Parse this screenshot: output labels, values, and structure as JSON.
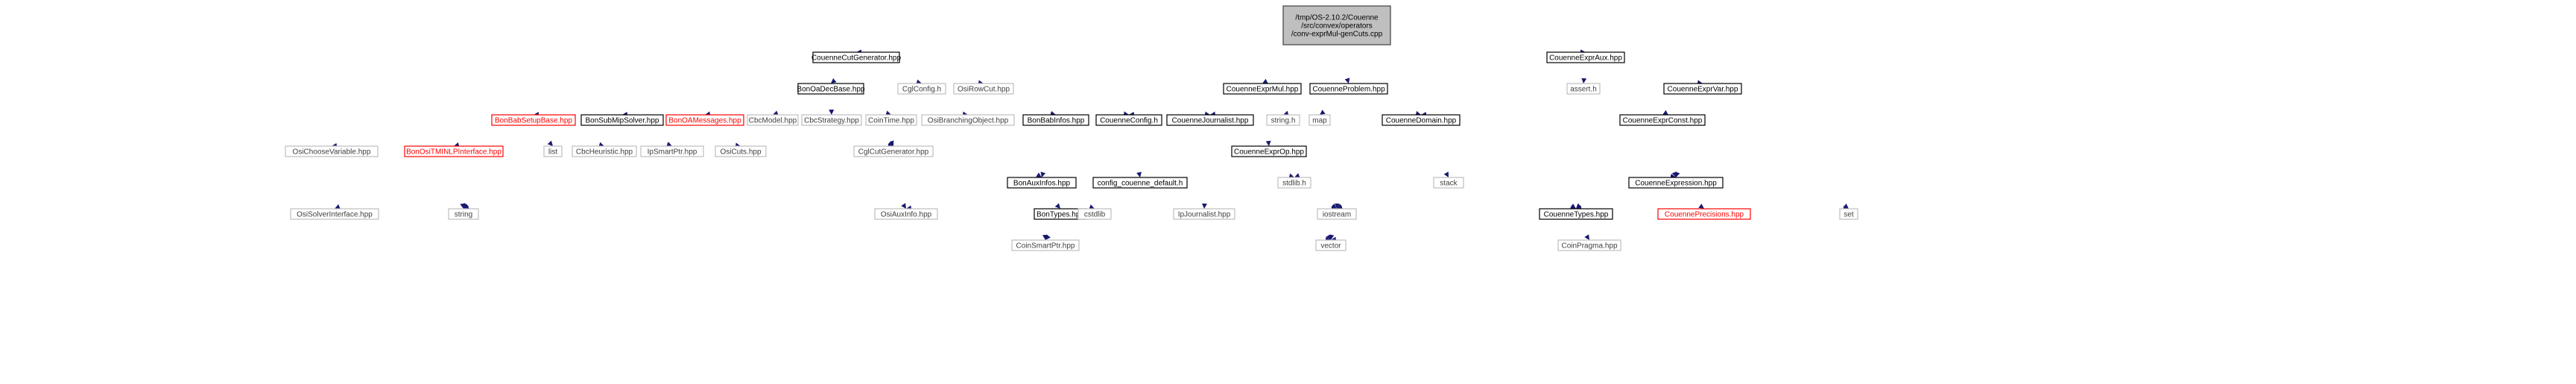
{
  "graph": {
    "nodes": [
      {
        "id": "root",
        "lines": [
          "/tmp/OS-2.10.2/Couenne",
          "/src/convex/operators",
          "/conv-exprMul-genCuts.cpp"
        ],
        "style": "root"
      },
      {
        "id": "cutgen",
        "lines": [
          "CouenneCutGenerator.hpp"
        ],
        "style": "normal"
      },
      {
        "id": "exprmul",
        "lines": [
          "CouenneExprMul.hpp"
        ],
        "style": "normal"
      },
      {
        "id": "problem",
        "lines": [
          "CouenneProblem.hpp"
        ],
        "style": "normal"
      },
      {
        "id": "expraux",
        "lines": [
          "CouenneExprAux.hpp"
        ],
        "style": "normal"
      },
      {
        "id": "bonoadec",
        "lines": [
          "BonOaDecBase.hpp"
        ],
        "style": "normal"
      },
      {
        "id": "cglconfig",
        "lines": [
          "CglConfig.h"
        ],
        "style": "leaf"
      },
      {
        "id": "osirowcut",
        "lines": [
          "OsiRowCut.hpp"
        ],
        "style": "leaf"
      },
      {
        "id": "assert",
        "lines": [
          "assert.h"
        ],
        "style": "leaf"
      },
      {
        "id": "exprvar",
        "lines": [
          "CouenneExprVar.hpp"
        ],
        "style": "normal"
      },
      {
        "id": "bonbabsetup",
        "lines": [
          "BonBabSetupBase.hpp"
        ],
        "style": "red"
      },
      {
        "id": "bonsubmip",
        "lines": [
          "BonSubMipSolver.hpp"
        ],
        "style": "normal"
      },
      {
        "id": "bonoamsg",
        "lines": [
          "BonOAMessages.hpp"
        ],
        "style": "red"
      },
      {
        "id": "cbcmodel",
        "lines": [
          "CbcModel.hpp"
        ],
        "style": "leaf"
      },
      {
        "id": "cbcstrategy",
        "lines": [
          "CbcStrategy.hpp"
        ],
        "style": "leaf"
      },
      {
        "id": "cointime",
        "lines": [
          "CoinTime.hpp"
        ],
        "style": "leaf"
      },
      {
        "id": "osibranching",
        "lines": [
          "OsiBranchingObject.hpp"
        ],
        "style": "leaf"
      },
      {
        "id": "bonbabinfos",
        "lines": [
          "BonBabInfos.hpp"
        ],
        "style": "normal"
      },
      {
        "id": "couenneconfig",
        "lines": [
          "CouenneConfig.h"
        ],
        "style": "normal"
      },
      {
        "id": "journalist",
        "lines": [
          "CouenneJournalist.hpp"
        ],
        "style": "normal"
      },
      {
        "id": "stringh",
        "lines": [
          "string.h"
        ],
        "style": "leaf"
      },
      {
        "id": "map",
        "lines": [
          "map"
        ],
        "style": "leaf"
      },
      {
        "id": "domain",
        "lines": [
          "CouenneDomain.hpp"
        ],
        "style": "normal"
      },
      {
        "id": "exprconst",
        "lines": [
          "CouenneExprConst.hpp"
        ],
        "style": "normal"
      },
      {
        "id": "osichoose",
        "lines": [
          "OsiChooseVariable.hpp"
        ],
        "style": "leaf"
      },
      {
        "id": "bonosi",
        "lines": [
          "BonOsiTMINLPInterface.hpp"
        ],
        "style": "red"
      },
      {
        "id": "list",
        "lines": [
          "list"
        ],
        "style": "leaf"
      },
      {
        "id": "cbcheur",
        "lines": [
          "CbcHeuristic.hpp"
        ],
        "style": "leaf"
      },
      {
        "id": "ipsmart",
        "lines": [
          "IpSmartPtr.hpp"
        ],
        "style": "leaf"
      },
      {
        "id": "osicuts",
        "lines": [
          "OsiCuts.hpp"
        ],
        "style": "leaf"
      },
      {
        "id": "cglcutgen",
        "lines": [
          "CglCutGenerator.hpp"
        ],
        "style": "leaf"
      },
      {
        "id": "exprop",
        "lines": [
          "CouenneExprOp.hpp"
        ],
        "style": "normal"
      },
      {
        "id": "configdefault",
        "lines": [
          "config_couenne_default.h"
        ],
        "style": "normal"
      },
      {
        "id": "stdlib",
        "lines": [
          "stdlib.h"
        ],
        "style": "leaf"
      },
      {
        "id": "stack",
        "lines": [
          "stack"
        ],
        "style": "leaf"
      },
      {
        "id": "expression",
        "lines": [
          "CouenneExpression.hpp"
        ],
        "style": "normal"
      },
      {
        "id": "bonauxinfos",
        "lines": [
          "BonAuxInfos.hpp"
        ],
        "style": "normal"
      },
      {
        "id": "ipjournalist",
        "lines": [
          "IpJournalist.hpp"
        ],
        "style": "leaf"
      },
      {
        "id": "osisolver",
        "lines": [
          "OsiSolverInterface.hpp"
        ],
        "style": "leaf"
      },
      {
        "id": "string",
        "lines": [
          "string"
        ],
        "style": "leaf"
      },
      {
        "id": "osiauxinfo",
        "lines": [
          "OsiAuxInfo.hpp"
        ],
        "style": "leaf"
      },
      {
        "id": "bontypes",
        "lines": [
          "BonTypes.hpp"
        ],
        "style": "normal"
      },
      {
        "id": "cstdlib",
        "lines": [
          "cstdlib"
        ],
        "style": "leaf"
      },
      {
        "id": "iostream",
        "lines": [
          "iostream"
        ],
        "style": "leaf"
      },
      {
        "id": "types",
        "lines": [
          "CouenneTypes.hpp"
        ],
        "style": "normal"
      },
      {
        "id": "precisions",
        "lines": [
          "CouennePrecisions.hpp"
        ],
        "style": "red"
      },
      {
        "id": "set",
        "lines": [
          "set"
        ],
        "style": "leaf"
      },
      {
        "id": "coinsmart",
        "lines": [
          "CoinSmartPtr.hpp"
        ],
        "style": "leaf"
      },
      {
        "id": "vector",
        "lines": [
          "vector"
        ],
        "style": "leaf"
      },
      {
        "id": "coinpragma",
        "lines": [
          "CoinPragma.hpp"
        ],
        "style": "leaf"
      }
    ],
    "edges": [
      [
        "root",
        "cutgen"
      ],
      [
        "root",
        "exprmul"
      ],
      [
        "root",
        "problem"
      ],
      [
        "root",
        "expraux"
      ],
      [
        "root",
        "types"
      ],
      [
        "cutgen",
        "bonoadec"
      ],
      [
        "cutgen",
        "cglconfig"
      ],
      [
        "cutgen",
        "osirowcut"
      ],
      [
        "cutgen",
        "couenneconfig"
      ],
      [
        "cutgen",
        "journalist"
      ],
      [
        "cutgen",
        "bonbabinfos"
      ],
      [
        "cutgen",
        "cglcutgen"
      ],
      [
        "cutgen",
        "osisolver"
      ],
      [
        "cutgen",
        "bonauxinfos"
      ],
      [
        "cutgen",
        "iostream"
      ],
      [
        "bonoadec",
        "bonbabsetup"
      ],
      [
        "bonoadec",
        "bonsubmip"
      ],
      [
        "bonoadec",
        "bonoamsg"
      ],
      [
        "bonoadec",
        "cbcmodel"
      ],
      [
        "bonoadec",
        "cbcstrategy"
      ],
      [
        "bonoadec",
        "cointime"
      ],
      [
        "bonoadec",
        "osibranching"
      ],
      [
        "bonoadec",
        "bonbabinfos"
      ],
      [
        "bonoadec",
        "cglcutgen"
      ],
      [
        "bonoadec",
        "osiauxinfo"
      ],
      [
        "bonoadec",
        "iostream"
      ],
      [
        "bonbabsetup",
        "osichoose"
      ],
      [
        "bonbabsetup",
        "bonosi"
      ],
      [
        "bonbabsetup",
        "list"
      ],
      [
        "bonbabsetup",
        "cbcheur"
      ],
      [
        "bonbabsetup",
        "ipsmart"
      ],
      [
        "bonbabsetup",
        "string"
      ],
      [
        "bonbabsetup",
        "cglcutgen"
      ],
      [
        "bonosi",
        "osisolver"
      ],
      [
        "bonosi",
        "string"
      ],
      [
        "bonosi",
        "iostream"
      ],
      [
        "bonsubmip",
        "ipsmart"
      ],
      [
        "bonsubmip",
        "osicuts"
      ],
      [
        "bonsubmip",
        "string"
      ],
      [
        "bonbabinfos",
        "bonauxinfos"
      ],
      [
        "bonauxinfos",
        "osiauxinfo"
      ],
      [
        "bonauxinfos",
        "bontypes"
      ],
      [
        "bonauxinfos",
        "cstdlib"
      ],
      [
        "bonauxinfos",
        "coinsmart"
      ],
      [
        "bonauxinfos",
        "vector"
      ],
      [
        "bontypes",
        "coinsmart"
      ],
      [
        "bontypes",
        "vector"
      ],
      [
        "couenneconfig",
        "configdefault"
      ],
      [
        "couenneconfig",
        "stdlib"
      ],
      [
        "journalist",
        "ipjournalist"
      ],
      [
        "exprmul",
        "exprop"
      ],
      [
        "exprmul",
        "vector"
      ],
      [
        "exprop",
        "iostream"
      ],
      [
        "exprop",
        "expression"
      ],
      [
        "exprop",
        "types"
      ],
      [
        "problem",
        "couenneconfig"
      ],
      [
        "problem",
        "journalist"
      ],
      [
        "problem",
        "stringh"
      ],
      [
        "problem",
        "map"
      ],
      [
        "problem",
        "domain"
      ],
      [
        "problem",
        "expression"
      ],
      [
        "problem",
        "types"
      ],
      [
        "problem",
        "vector"
      ],
      [
        "problem",
        "iostream"
      ],
      [
        "domain",
        "stack"
      ],
      [
        "domain",
        "types"
      ],
      [
        "domain",
        "stdlib"
      ],
      [
        "expraux",
        "assert"
      ],
      [
        "expraux",
        "exprvar"
      ],
      [
        "expraux",
        "iostream"
      ],
      [
        "exprvar",
        "domain"
      ],
      [
        "exprvar",
        "exprconst"
      ],
      [
        "exprvar",
        "expression"
      ],
      [
        "exprvar",
        "types"
      ],
      [
        "exprvar",
        "set"
      ],
      [
        "exprvar",
        "iostream"
      ],
      [
        "exprconst",
        "expression"
      ],
      [
        "exprconst",
        "types"
      ],
      [
        "exprconst",
        "iostream"
      ],
      [
        "expression",
        "types"
      ],
      [
        "expression",
        "precisions"
      ],
      [
        "expression",
        "set"
      ],
      [
        "expression",
        "iostream"
      ],
      [
        "expression",
        "vector"
      ],
      [
        "types",
        "coinpragma"
      ]
    ]
  }
}
